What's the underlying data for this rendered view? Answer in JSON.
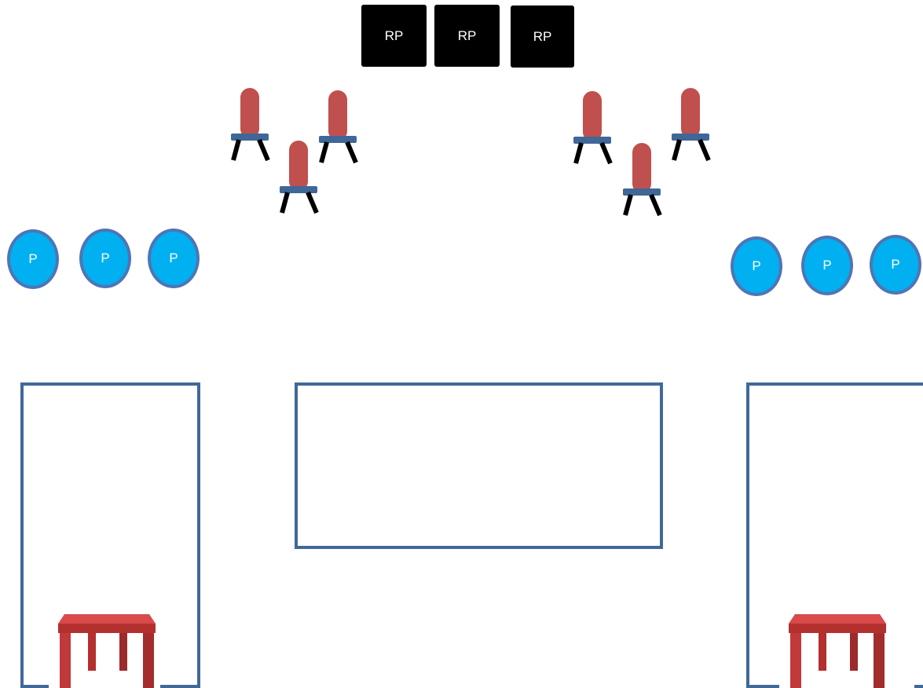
{
  "colors": {
    "reserved_box": "#000000",
    "person_fill": "#00b0f0",
    "person_border": "#4f75b5",
    "outline": "#41689a",
    "chair_back": "#c0504d",
    "chair_seat": "#3f6797",
    "table": "#c0393b"
  },
  "reserved_labels": [
    "RP",
    "RP",
    "RP"
  ],
  "people_left": [
    "P",
    "P",
    "P"
  ],
  "people_right": [
    "P",
    "P",
    "P"
  ],
  "icons": {
    "chair": "chair-icon",
    "table": "table-icon"
  }
}
